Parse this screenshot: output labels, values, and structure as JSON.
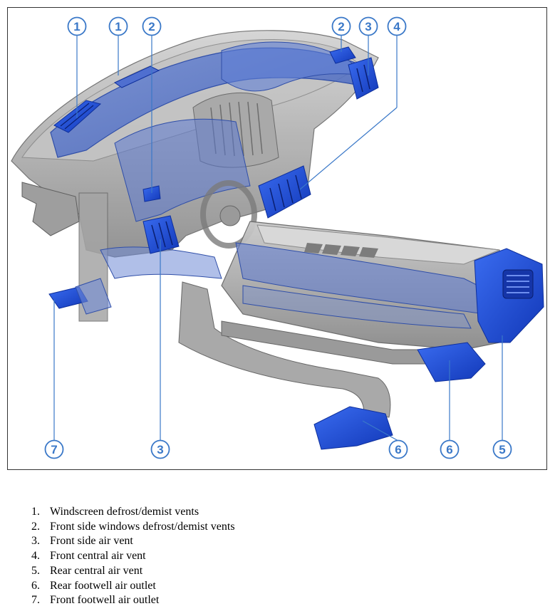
{
  "diagram": {
    "callouts": [
      {
        "id": "c1a",
        "label": "1"
      },
      {
        "id": "c1b",
        "label": "1"
      },
      {
        "id": "c2a",
        "label": "2"
      },
      {
        "id": "c2b",
        "label": "2"
      },
      {
        "id": "c3a",
        "label": "3"
      },
      {
        "id": "c4",
        "label": "4"
      },
      {
        "id": "c7",
        "label": "7"
      },
      {
        "id": "c3b",
        "label": "3"
      },
      {
        "id": "c6a",
        "label": "6"
      },
      {
        "id": "c6b",
        "label": "6"
      },
      {
        "id": "c5",
        "label": "5"
      }
    ],
    "colors": {
      "vent_blue": "#1a4fd6",
      "duct_blue": "#5a78c8",
      "callout": "#3a78c8",
      "grey_shell": "#b8b8b8"
    }
  },
  "legend": [
    {
      "num": "1.",
      "text": "Windscreen defrost/demist vents"
    },
    {
      "num": "2.",
      "text": "Front side windows defrost/demist vents"
    },
    {
      "num": "3.",
      "text": "Front side air vent"
    },
    {
      "num": "4.",
      "text": "Front central air vent"
    },
    {
      "num": "5.",
      "text": "Rear central air vent"
    },
    {
      "num": "6.",
      "text": "Rear footwell air outlet"
    },
    {
      "num": "7.",
      "text": "Front footwell air outlet"
    }
  ]
}
